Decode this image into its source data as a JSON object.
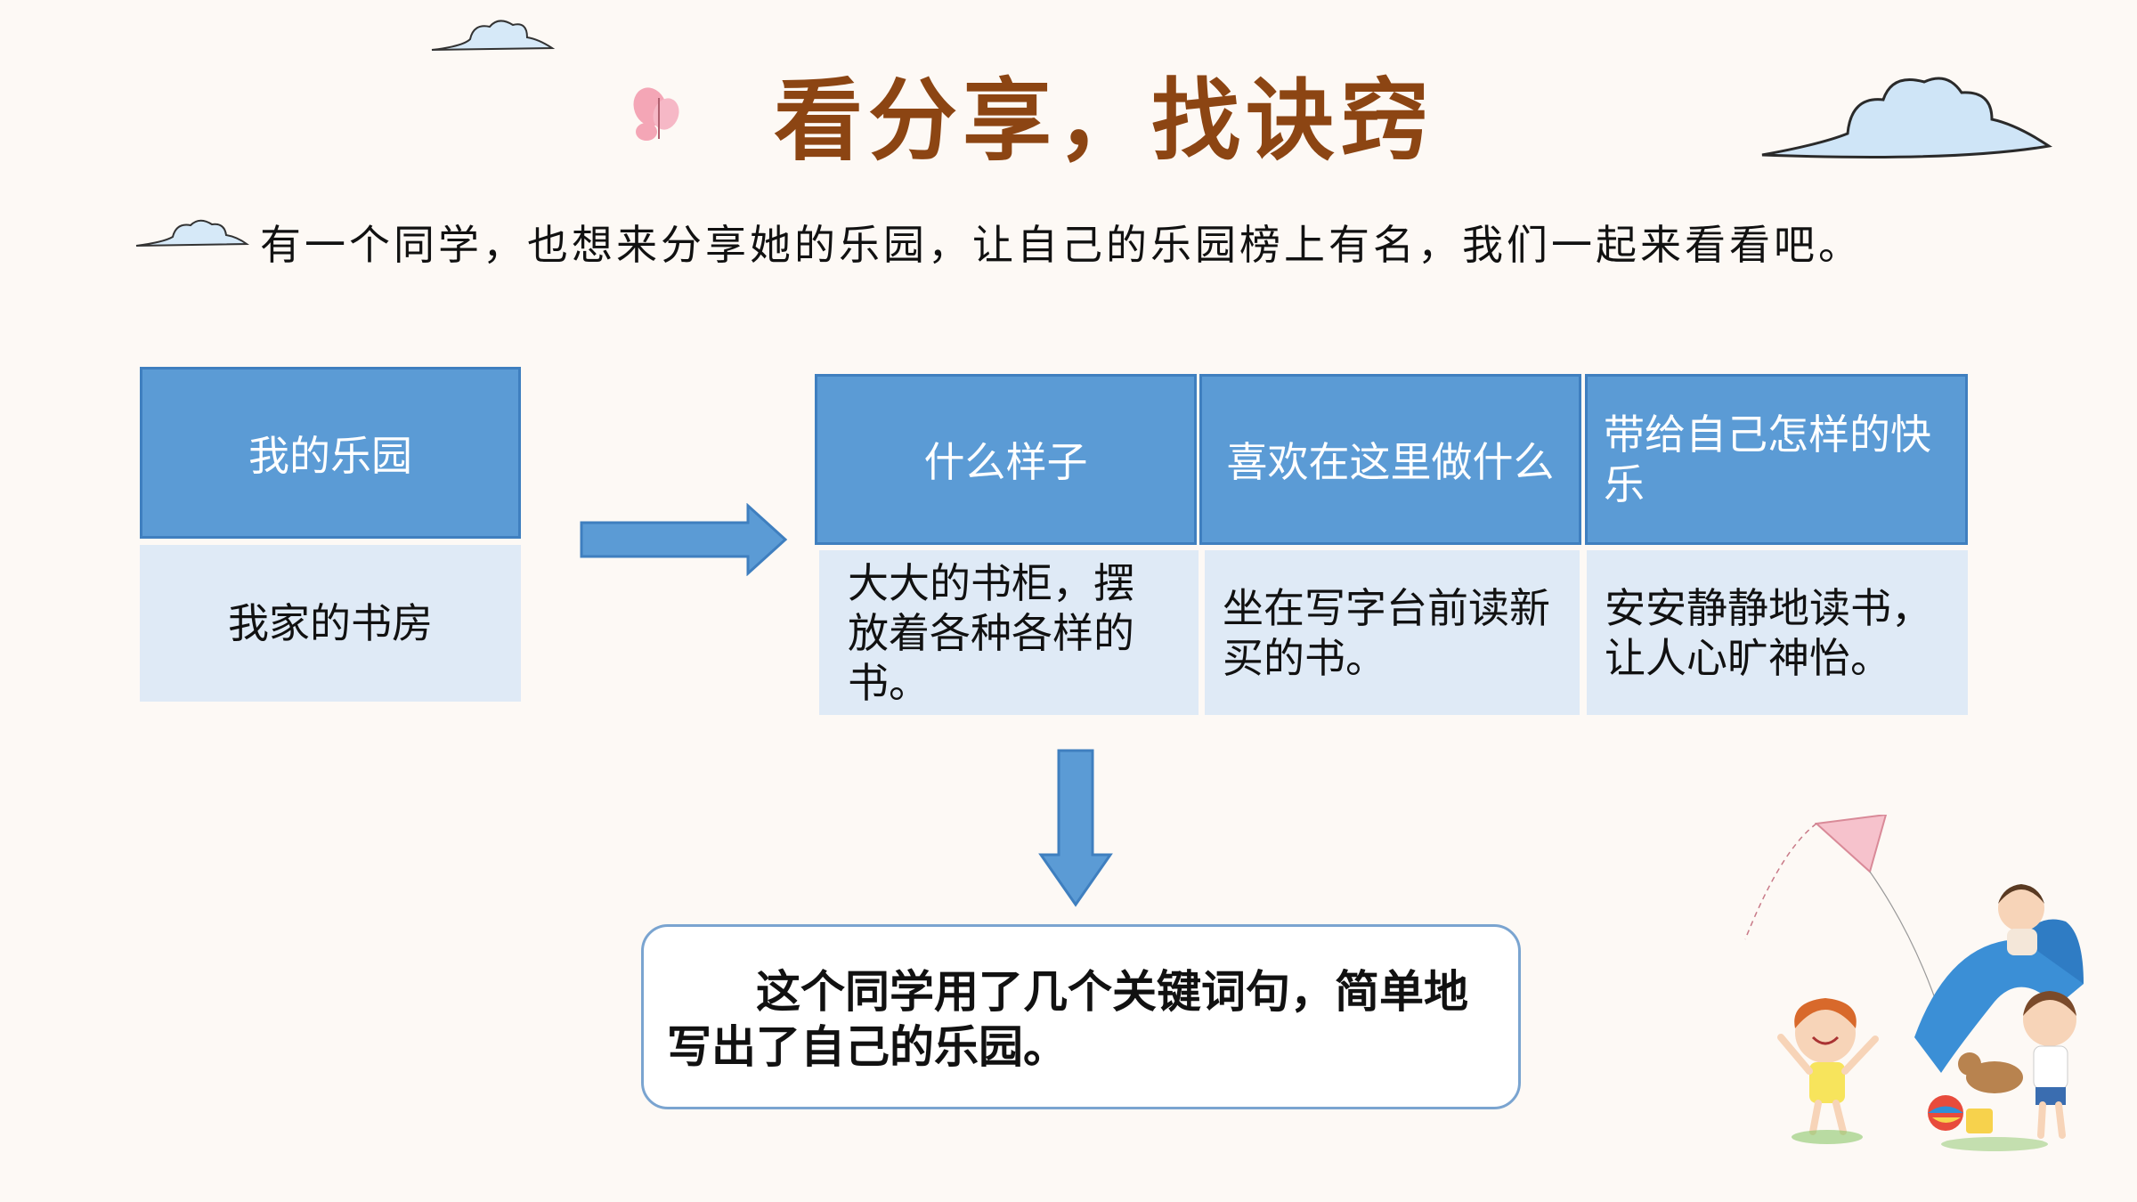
{
  "title": "看分享，找诀窍",
  "intro": "有一个同学，也想来分享她的乐园，让自己的乐园榜上有名，我们一起来看看吧。",
  "left_table": {
    "header": "我的乐园",
    "value": "我家的书房"
  },
  "right_table": {
    "headers": [
      "什么样子",
      "喜欢在这里做什么",
      "带给自己怎样的快乐"
    ],
    "values": [
      "大大的书柜，摆放着各种各样的书。",
      "坐在写字台前读新买的书。",
      "安安静静地读书，让人心旷神怡。"
    ]
  },
  "summary": "这个同学用了几个关键词句，简单地写出了自己的乐园。",
  "colors": {
    "title": "#8c4513",
    "header_bg": "#5b9bd5",
    "body_bg": "#dfeaf6",
    "arrow": "#5b9bd5"
  }
}
